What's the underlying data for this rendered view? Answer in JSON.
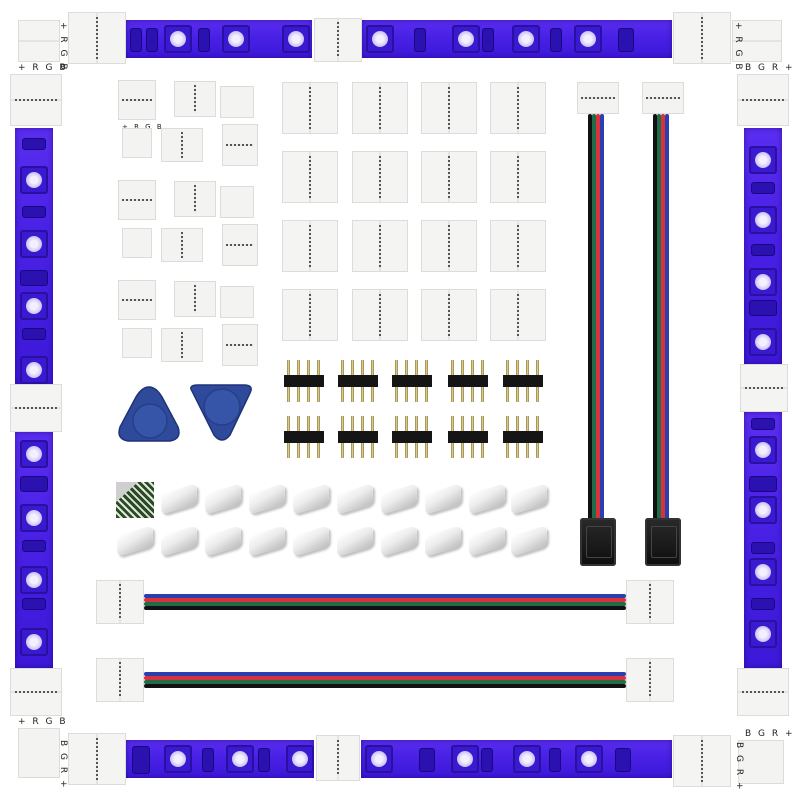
{
  "image": {
    "description": "Product photo of an RGB 5050 LED strip connector kit on white background",
    "background_color": "#ffffff",
    "accent_colors": {
      "led_strip_purple": "#4a22e6",
      "connector_white": "#f3f3f1",
      "wire_black": "#111111",
      "wire_green": "#1f6b4a",
      "wire_red": "#d8323a",
      "wire_blue": "#2a3fb0",
      "pry_tool_blue": "#2f4a9a",
      "pin_gold": "#d9c67e"
    }
  },
  "polarity_labels": {
    "top_left_horizontal": "+ R G B",
    "top_left_vertical": "+ R G B",
    "top_right_horizontal": "B G R +",
    "top_right_vertical": "+ R G B",
    "bottom_left_horizontal": "+ R G B",
    "bottom_left_vertical": "B G R +",
    "bottom_right_horizontal": "B G R +",
    "bottom_right_vertical": "B G R +",
    "small_l_connector": "+ R G B"
  },
  "components": {
    "led_strip_segments": 8,
    "l_shape_connectors": 6,
    "corner_l_connectors": 4,
    "strip_to_strip_connectors": 16,
    "strip_to_female_plug_cables": 2,
    "strip_to_strip_jumper_cables": 2,
    "pry_tools": 2,
    "four_pin_male_headers": 10,
    "mounting_clips": 19,
    "adhesive_tape_pads": 1
  }
}
